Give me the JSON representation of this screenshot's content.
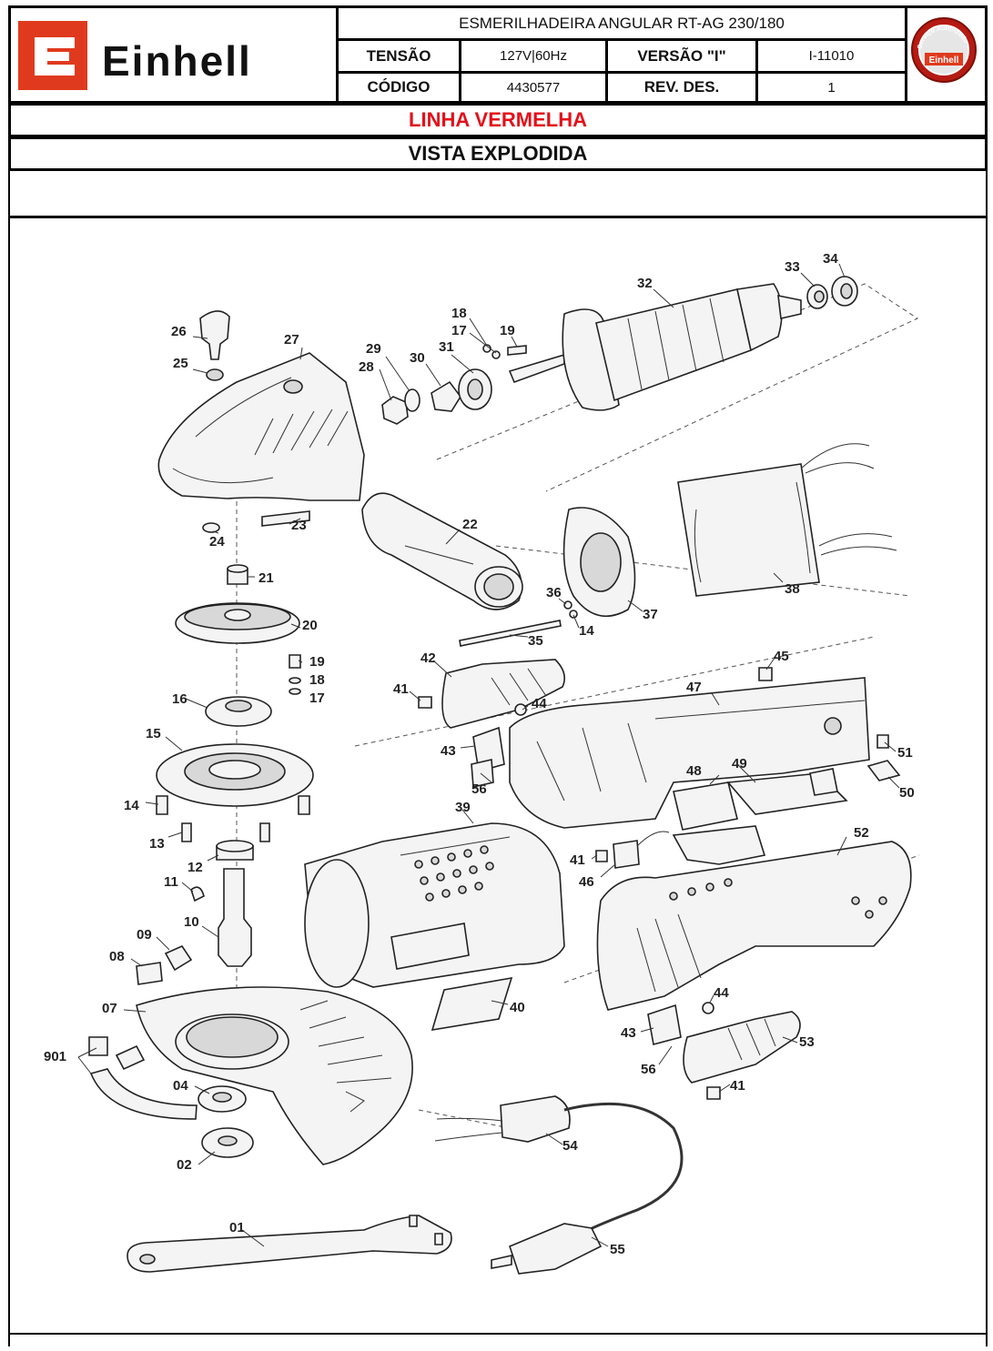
{
  "header": {
    "title": "ESMERILHADEIRA ANGULAR RT-AG 230/180",
    "brand": "Einhell",
    "tensao_label": "TENSÃO",
    "tensao_value": "127V|60Hz",
    "versao_label": "VERSÃO \"I\"",
    "versao_value": "I-11010",
    "codigo_label": "CÓDIGO",
    "codigo_value": "4430577",
    "revdes_label": "REV. DES.",
    "revdes_value": "1",
    "seal_top": "Serviço Autorizado",
    "seal_brand": "Einhell"
  },
  "line_name": "LINHA VERMELHA",
  "view_name": "VISTA EXPLODIDA",
  "colors": {
    "brand_red": "#e03a1e",
    "line_red": "#e3101a",
    "border": "#000000"
  },
  "parts": [
    {
      "n": "34"
    },
    {
      "n": "33"
    },
    {
      "n": "32"
    },
    {
      "n": "18"
    },
    {
      "n": "17"
    },
    {
      "n": "19"
    },
    {
      "n": "26"
    },
    {
      "n": "27"
    },
    {
      "n": "29"
    },
    {
      "n": "31"
    },
    {
      "n": "30"
    },
    {
      "n": "25"
    },
    {
      "n": "28"
    },
    {
      "n": "23"
    },
    {
      "n": "22"
    },
    {
      "n": "24"
    },
    {
      "n": "21"
    },
    {
      "n": "36"
    },
    {
      "n": "37"
    },
    {
      "n": "38"
    },
    {
      "n": "20"
    },
    {
      "n": "14"
    },
    {
      "n": "35"
    },
    {
      "n": "42"
    },
    {
      "n": "45"
    },
    {
      "n": "19"
    },
    {
      "n": "18"
    },
    {
      "n": "41"
    },
    {
      "n": "16"
    },
    {
      "n": "17"
    },
    {
      "n": "44"
    },
    {
      "n": "47"
    },
    {
      "n": "15"
    },
    {
      "n": "43"
    },
    {
      "n": "51"
    },
    {
      "n": "49"
    },
    {
      "n": "48"
    },
    {
      "n": "56"
    },
    {
      "n": "50"
    },
    {
      "n": "14"
    },
    {
      "n": "39"
    },
    {
      "n": "13"
    },
    {
      "n": "52"
    },
    {
      "n": "12"
    },
    {
      "n": "41"
    },
    {
      "n": "11"
    },
    {
      "n": "46"
    },
    {
      "n": "10"
    },
    {
      "n": "09"
    },
    {
      "n": "08"
    },
    {
      "n": "40"
    },
    {
      "n": "44"
    },
    {
      "n": "07"
    },
    {
      "n": "43"
    },
    {
      "n": "53"
    },
    {
      "n": "901"
    },
    {
      "n": "56"
    },
    {
      "n": "41"
    },
    {
      "n": "04"
    },
    {
      "n": "54"
    },
    {
      "n": "02"
    },
    {
      "n": "01"
    },
    {
      "n": "55"
    }
  ]
}
